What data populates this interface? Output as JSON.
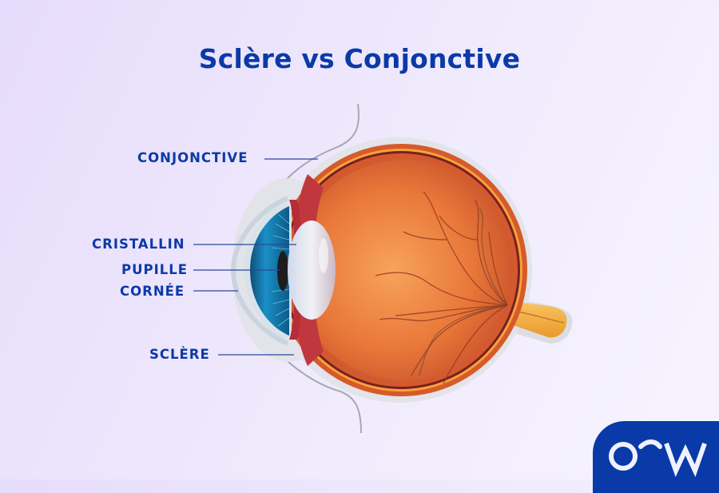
{
  "title": "Sclère vs Conjonctive",
  "labels": {
    "conjonctive": "CONJONCTIVE",
    "cristallin": "CRISTALLIN",
    "pupille": "PUPILLE",
    "cornee": "CORNÉE",
    "sclere": "SCLÈRE"
  },
  "logo": {
    "text": "O⁀W",
    "letters": [
      "O",
      "W"
    ]
  },
  "colors": {
    "brand_blue": "#0a3aa8",
    "background_light": "#f7f4fe",
    "background_lavender": "#e6dcfb",
    "eye_orange": "#e8732e",
    "iris_blue": "#1b7fb0",
    "optic_nerve": "#f5b53a"
  }
}
